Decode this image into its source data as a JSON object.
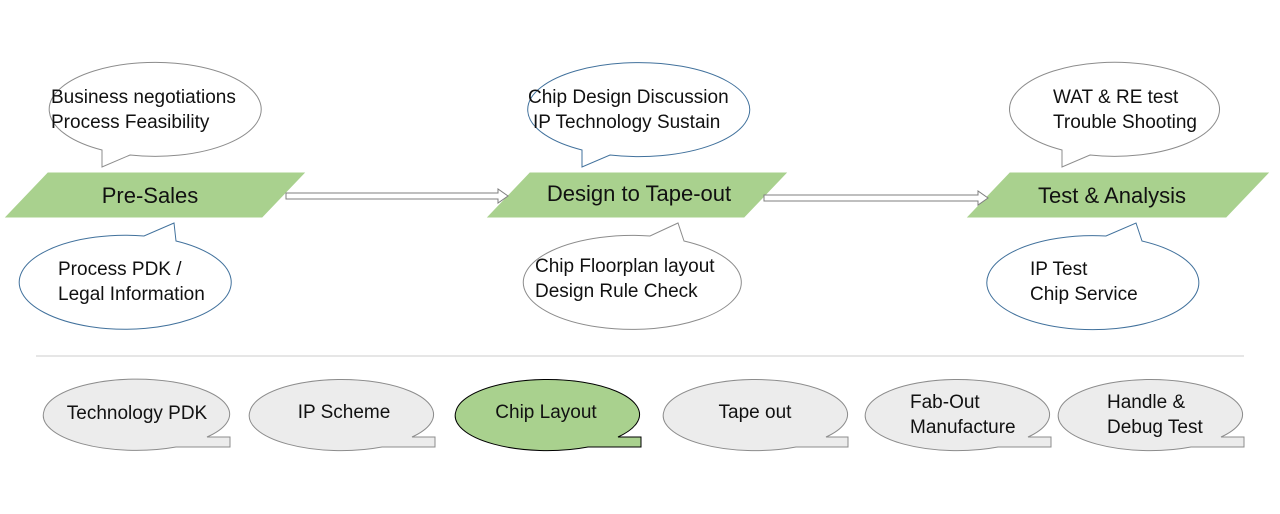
{
  "colors": {
    "stage_fill": "#a9d18e",
    "stage_stroke": "#a9d18e",
    "bubble_blue_stroke": "#41719c",
    "bubble_gray_stroke": "#8c8c8c",
    "step_fill": "#ececec",
    "step_active_fill": "#a9d18e",
    "divider": "#cccccc"
  },
  "stages": [
    {
      "label": "Pre-Sales",
      "top_bubble": {
        "lines": [
          "Business negotiations",
          "Process Feasibility"
        ]
      },
      "bottom_bubble": {
        "lines": [
          "Process PDK /",
          "Legal Information"
        ]
      }
    },
    {
      "label": "Design to Tape-out",
      "top_bubble": {
        "lines": [
          "Chip Design Discussion",
          "IP Technology Sustain"
        ]
      },
      "bottom_bubble": {
        "lines": [
          "Chip Floorplan layout",
          "Design Rule Check"
        ]
      }
    },
    {
      "label": "Test & Analysis",
      "top_bubble": {
        "lines": [
          "WAT & RE test",
          "Trouble Shooting"
        ]
      },
      "bottom_bubble": {
        "lines": [
          "IP Test",
          "Chip Service"
        ]
      }
    }
  ],
  "steps": [
    {
      "lines": [
        "Technology PDK"
      ],
      "active": false
    },
    {
      "lines": [
        "IP Scheme"
      ],
      "active": false
    },
    {
      "lines": [
        "Chip Layout"
      ],
      "active": true
    },
    {
      "lines": [
        "Tape out"
      ],
      "active": false
    },
    {
      "lines": [
        "Fab-Out",
        "Manufacture"
      ],
      "active": false
    },
    {
      "lines": [
        "Handle &",
        "Debug Test"
      ],
      "active": false
    }
  ]
}
